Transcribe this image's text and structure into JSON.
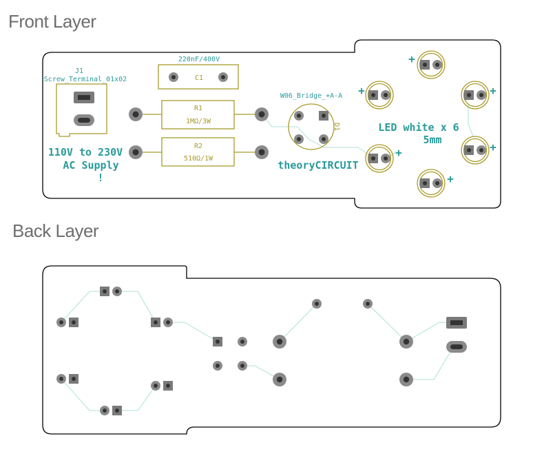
{
  "front": {
    "title": "Front Layer",
    "connector_ref": "J1",
    "connector_value": "Screw_Terminal_01x02",
    "capacitor_value": "220nF/400V",
    "capacitor_ref": "C1",
    "r1_ref": "R1",
    "r1_value": "1MΩ/3W",
    "r2_ref": "R2",
    "r2_value": "510Ω/1W",
    "bridge_value": "W06_Bridge_+A-A",
    "bridge_ref": "D1",
    "supply_line1": "110V to 230V",
    "supply_line2": "AC Supply",
    "supply_line3": "!",
    "brand": "theoryCIRCUIT",
    "led_line1": "LED white x 6",
    "led_line2": "5mm",
    "plus": "+"
  },
  "back": {
    "title": "Back Layer"
  },
  "colors": {
    "outline": "#000000",
    "pad": "#8a8a8a",
    "pad_square": "#7a7a7a",
    "silkscreen": "#2a9a9a",
    "fab": "#a89a2a",
    "trace": "#bfe8e0",
    "heading": "#6e6e6e"
  }
}
